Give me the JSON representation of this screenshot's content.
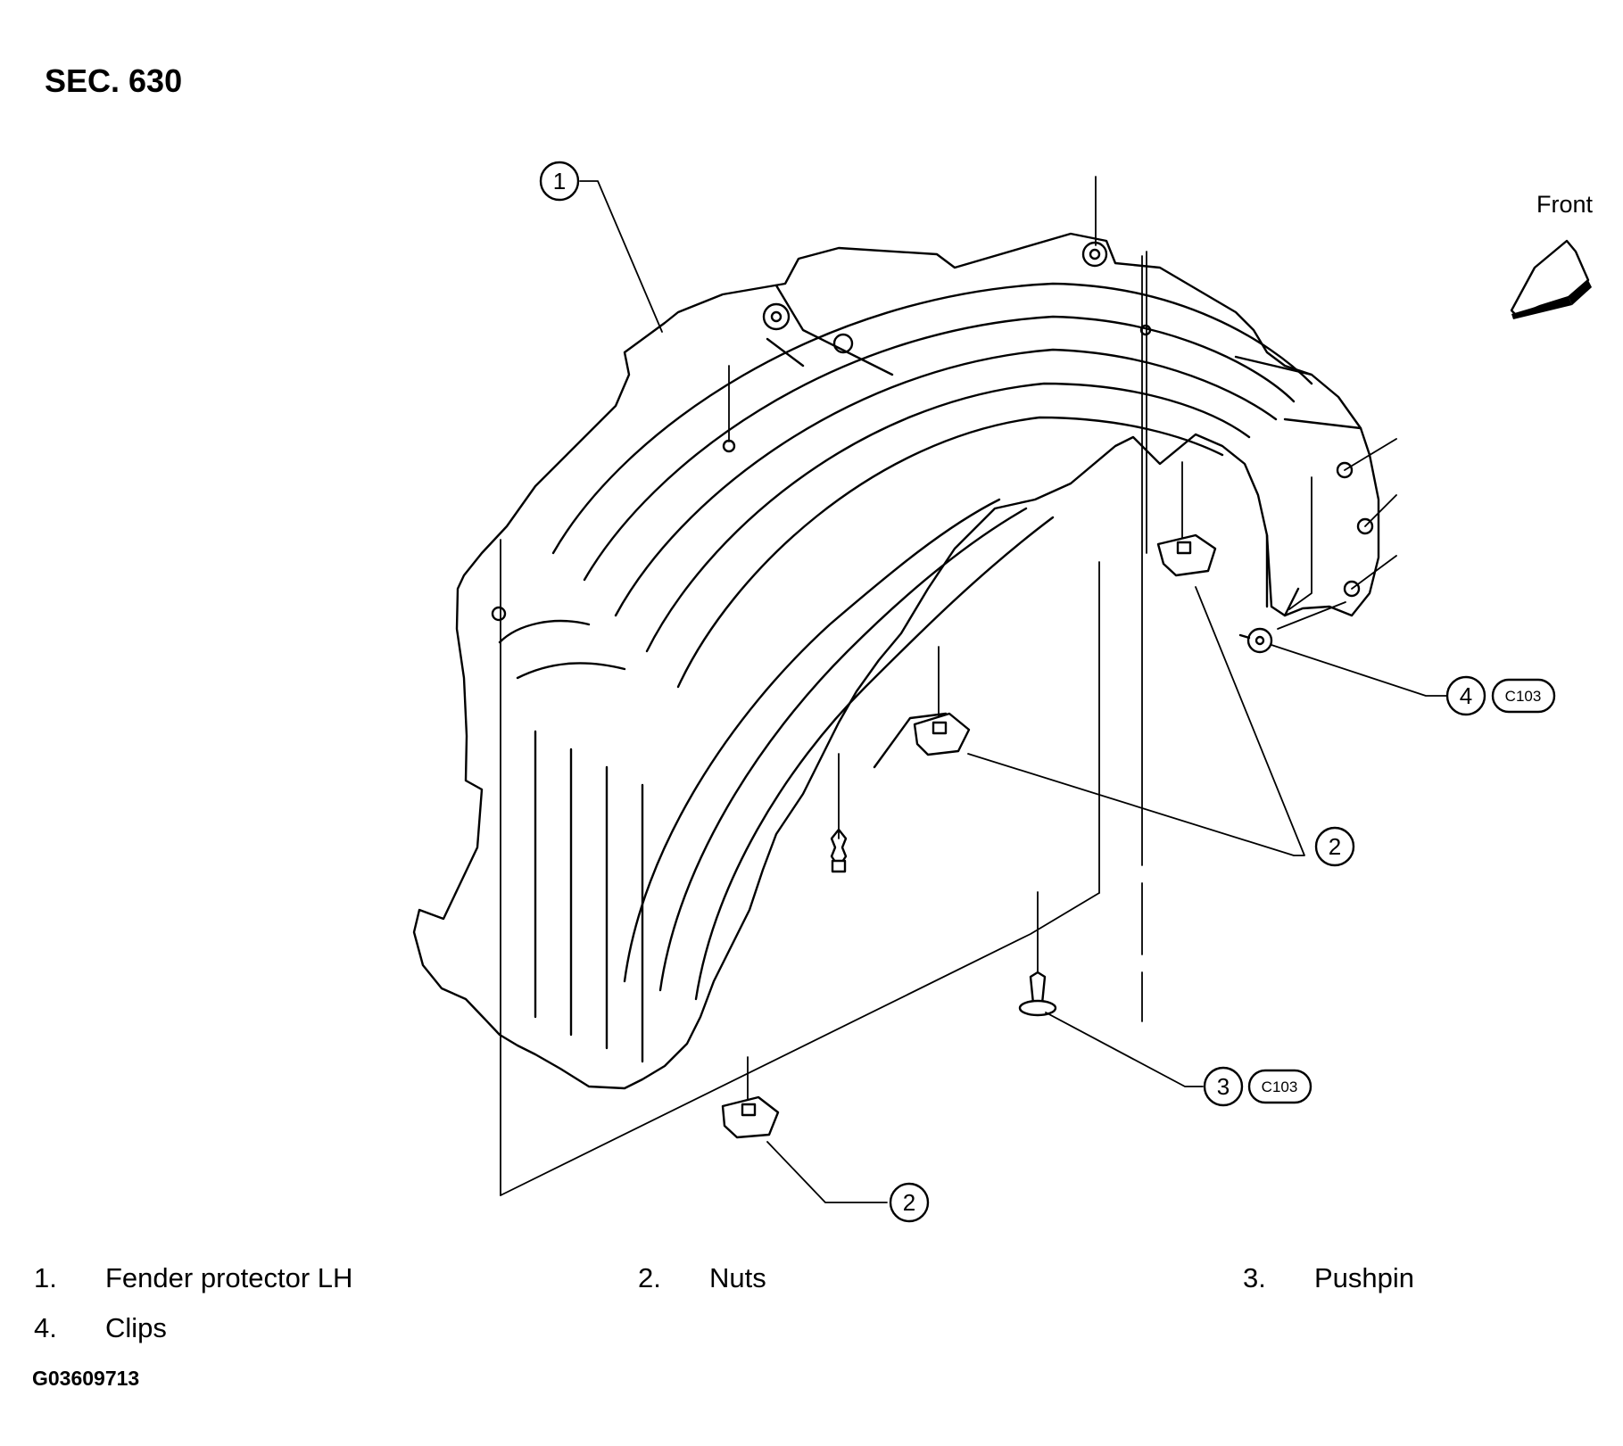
{
  "section_title": "SEC. 630",
  "direction_label": "Front",
  "callouts": {
    "c1": "1",
    "c2a": "2",
    "c2b": "2",
    "c3": "3",
    "c4": "4",
    "ref3": "C103",
    "ref4": "C103"
  },
  "legend": [
    {
      "number": "1.",
      "text": "Fender protector LH"
    },
    {
      "number": "2.",
      "text": "Nuts"
    },
    {
      "number": "3.",
      "text": "Pushpin"
    },
    {
      "number": "4.",
      "text": "Clips"
    }
  ],
  "figure_id": "G03609713"
}
